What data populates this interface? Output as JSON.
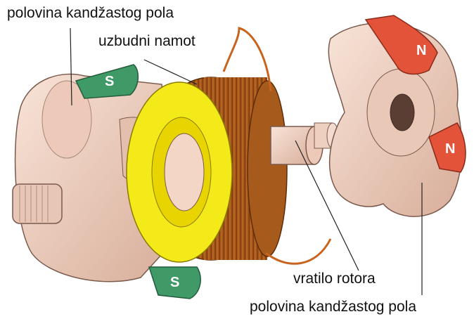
{
  "labels": {
    "claw_half_top": "polovina kandžastog pola",
    "excitation_winding": "uzbudni namot",
    "rotor_shaft": "vratilo rotora",
    "claw_half_bottom": "polovina kandžastog pola"
  },
  "poles": {
    "south": "S",
    "north": "N"
  },
  "colors": {
    "metal": "#f3d7c8",
    "metal_shade": "#d9b3a1",
    "south_pole": "#3f9a68",
    "north_pole": "#e2533a",
    "coil_ring": "#f4ea1a",
    "winding": "#b9601e",
    "wire": "#c8641e"
  }
}
